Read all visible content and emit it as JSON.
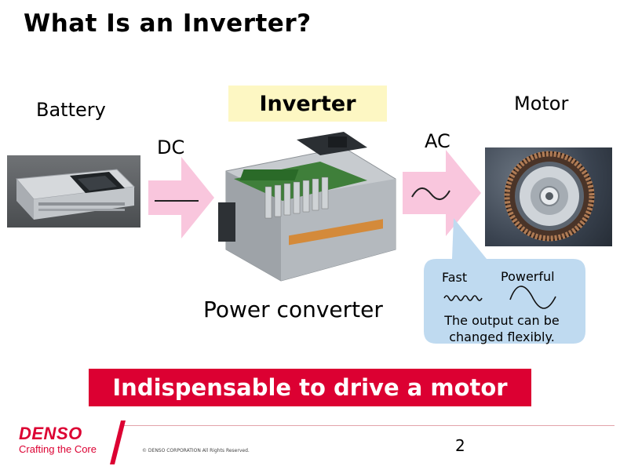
{
  "title": "What Is an Inverter?",
  "labels": {
    "battery": "Battery",
    "inverter": "Inverter",
    "motor": "Motor",
    "dc": "DC",
    "ac": "AC",
    "power_converter": "Power converter"
  },
  "callout": {
    "fast": "Fast",
    "powerful": "Powerful",
    "output_text": "The output can be changed flexibly."
  },
  "banner": "Indispensable to drive a motor",
  "footer": {
    "logo": "DENSO",
    "tagline": "Crafting the Core",
    "copyright": "© DENSO CORPORATION All Rights Reserved.",
    "page_number": "2"
  },
  "colors": {
    "brand_red": "#dc0032",
    "arrow_pink": "#f9c6dd",
    "highlight_yellow": "#fdf7c3",
    "callout_blue": "#bfdaf0"
  },
  "icons": {
    "dc_symbol": "flat-line-icon",
    "ac_symbol": "sine-wave-icon",
    "fast_wave": "fast-wave-icon",
    "powerful_wave": "powerful-wave-icon"
  }
}
